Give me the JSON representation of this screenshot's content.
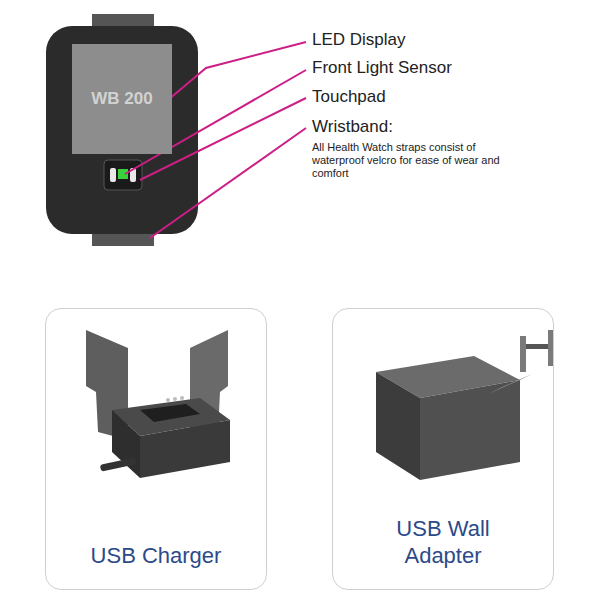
{
  "diagram": {
    "nodes": [
      {
        "text": [
          "WB 200"
        ]
      },
      {
        "text": [
          "USB Charger"
        ]
      },
      {
        "text": [
          "USB Wall Adapter"
        ]
      }
    ],
    "labels": [
      "LED Display",
      "Front Light Sensor",
      "Touchpad",
      "Wristband:",
      "All Health Watch straps consist of waterproof velcro for ease of wear and comfort"
    ]
  }
}
